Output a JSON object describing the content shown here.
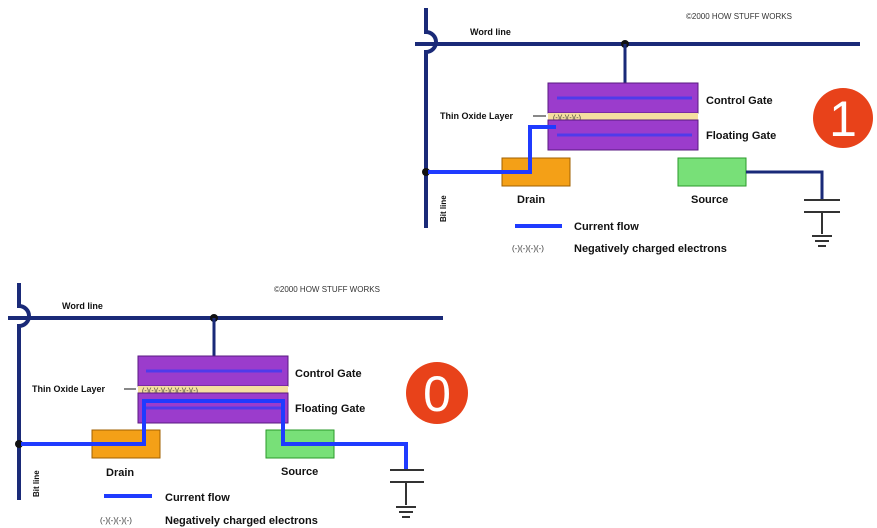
{
  "diagram_top": {
    "copyright": "©2000 HOW STUFF WORKS",
    "word_line": "Word line",
    "bit_line": "Bit line",
    "thin_oxide": "Thin Oxide Layer",
    "oxide_electrons": "(-)(-)(-)(-)",
    "control_gate": "Control Gate",
    "floating_gate": "Floating Gate",
    "drain": "Drain",
    "source": "Source",
    "legend_current": "Current flow",
    "legend_electrons_symbol": "(-)(-)(-)(-)",
    "legend_electrons": "Negatively charged electrons",
    "state": "1"
  },
  "diagram_bottom": {
    "copyright": "©2000 HOW STUFF WORKS",
    "word_line": "Word line",
    "bit_line": "Bit line",
    "thin_oxide": "Thin Oxide Layer",
    "oxide_electrons": "(-)(-)(-)(-)(-)(-)(-)(-)",
    "control_gate": "Control Gate",
    "floating_gate": "Floating Gate",
    "drain": "Drain",
    "source": "Source",
    "legend_current": "Current flow",
    "legend_electrons_symbol": "(-)(-)(-)(-)",
    "legend_electrons": "Negatively charged electrons",
    "state": "0"
  },
  "colors": {
    "wire": "#1a2a78",
    "current": "#1f3bff",
    "gate": "#9b3ccc",
    "oxide": "#f5dfa0",
    "drain": "#f4a017",
    "source": "#78e078",
    "badge": "#e8421a"
  }
}
